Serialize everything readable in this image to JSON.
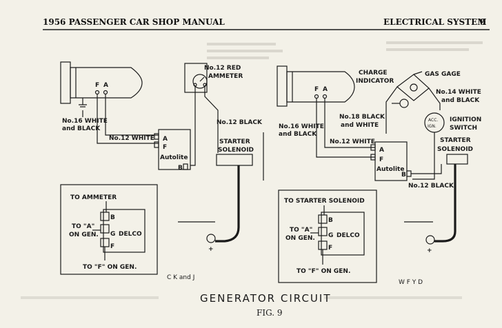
{
  "header": {
    "left": "1956 PASSENGER CAR SHOP MANUAL",
    "right": "ELECTRICAL SYSTEM",
    "page_number": "9"
  },
  "left_diagram": {
    "gen_terminal_f": "F",
    "gen_terminal_a": "A",
    "ammeter_label_1": "No.12 RED",
    "ammeter_label_2": "AMMETER",
    "wire_16_1": "No.16 WHITE",
    "wire_16_2": "and BLACK",
    "wire_12_white": "No.12 WHITE",
    "wire_12_black": "No.12 BLACK",
    "reg_a": "A",
    "reg_f": "F",
    "reg_name": "Autolite",
    "reg_b": "B",
    "starter_1": "STARTER",
    "starter_2": "SOLENOID",
    "inset_to_ammeter": "TO AMMETER",
    "inset_b": "B",
    "inset_g": "G",
    "inset_f": "F",
    "inset_to_a_1": "TO \"A\"",
    "inset_to_a_2": "ON GEN.",
    "inset_delco": "DELCO",
    "inset_to_f": "TO \"F\" ON GEN.",
    "model": "C K and J"
  },
  "right_diagram": {
    "gen_terminal_f": "F",
    "gen_terminal_a": "A",
    "charge_1": "CHARGE",
    "charge_2": "INDICATOR",
    "gas_gage": "GAS GAGE",
    "wire_14_1": "No.14 WHITE",
    "wire_14_2": "and BLACK",
    "wire_18_1": "No.18 BLACK",
    "wire_18_2": "and WHITE",
    "wire_16_1": "No.16 WHITE",
    "wire_16_2": "and BLACK",
    "wire_12_white": "No.12 WHITE",
    "acc_1": "ACC.",
    "acc_2": "IGN.",
    "ignition_1": "IGNITION",
    "ignition_2": "SWITCH",
    "reg_a": "A",
    "reg_f": "F",
    "reg_name": "Autolite",
    "reg_b": "B",
    "wire_12_black": "No.12 BLACK",
    "starter_1": "STARTER",
    "starter_2": "SOLENOID",
    "inset_to_starter": "TO STARTER SOLENOID",
    "inset_b": "B",
    "inset_g": "G",
    "inset_f": "F",
    "inset_to_a_1": "TO \"A\"",
    "inset_to_a_2": "ON GEN.",
    "inset_delco": "DELCO",
    "inset_to_f": "TO \"F\" ON GEN.",
    "model": "W F Y D"
  },
  "caption": "GENERATOR CIRCUIT",
  "figure": "FIG. 9"
}
